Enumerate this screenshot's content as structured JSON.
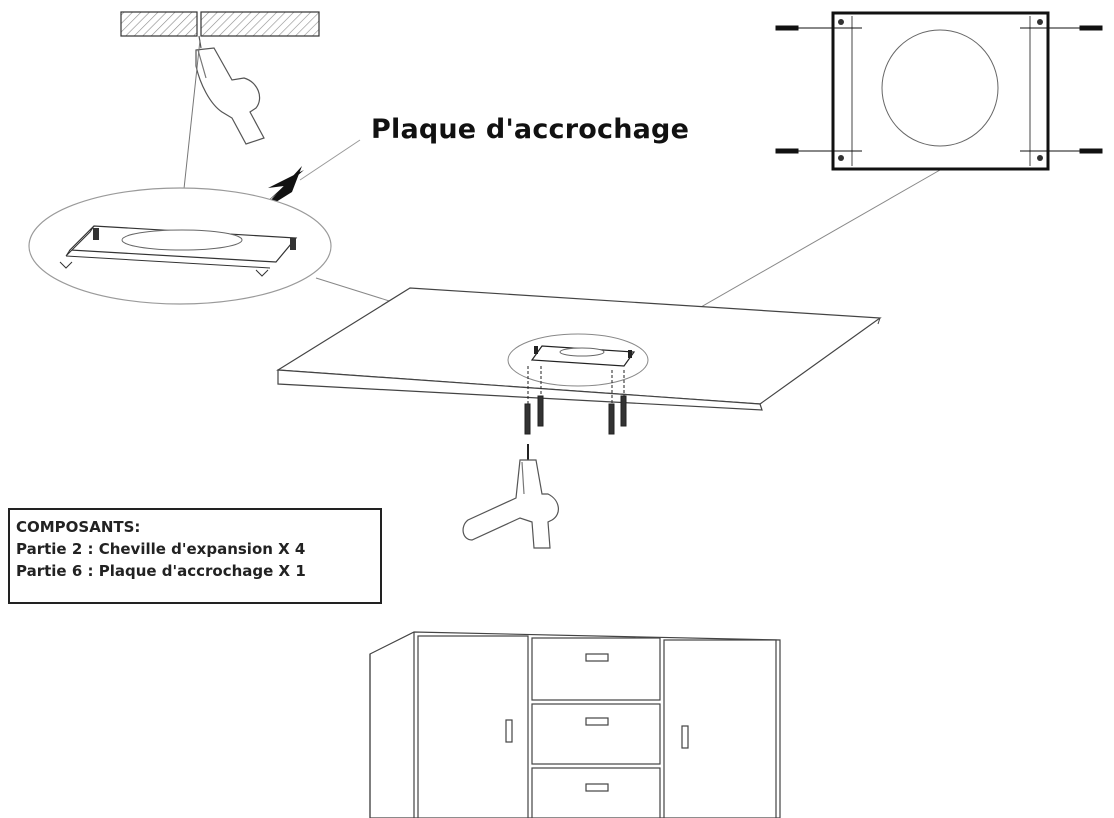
{
  "title": "Plaque d'accrochage",
  "components": {
    "header": "COMPOSANTS:",
    "lines": [
      "Partie 2 : Cheville d'expansion X 4",
      "Partie 6 : Plaque d'accrochage X 1"
    ]
  },
  "colors": {
    "line": "#222222",
    "hatch": "#9a9a9a",
    "callout": "#999999"
  },
  "icons": [
    "drill-icon",
    "screw-icon",
    "expansion-anchor-icon"
  ]
}
